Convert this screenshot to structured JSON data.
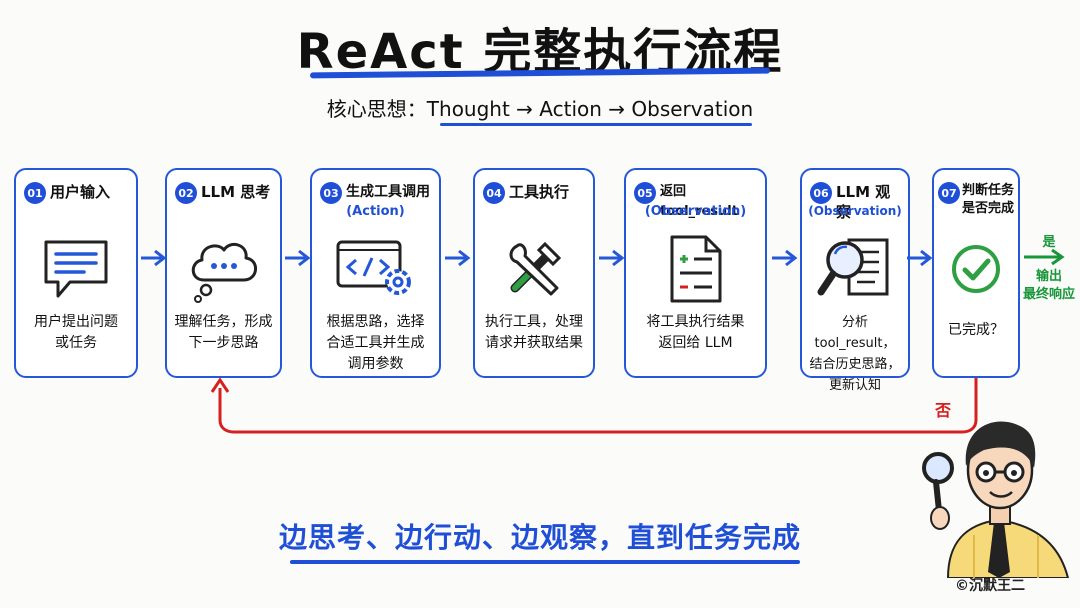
{
  "title": "ReAct 完整执行流程",
  "subtitle": "核心思想：Thought → Action → Observation",
  "steps": [
    {
      "num": "01",
      "title": "用户输入",
      "sub": "",
      "desc": "用户提出问题\n或任务"
    },
    {
      "num": "02",
      "title": "LLM 思考",
      "sub": "",
      "desc": "理解任务，形成\n下一步思路"
    },
    {
      "num": "03",
      "title": "生成工具调用",
      "sub": "(Action)",
      "desc": "根据思路，选择\n合适工具并生成\n调用参数"
    },
    {
      "num": "04",
      "title": "工具执行",
      "sub": "",
      "desc": "执行工具，处理\n请求并获取结果"
    },
    {
      "num": "05",
      "title": "返回 tool_result",
      "sub": "(Observation)",
      "desc": "将工具执行结果\n返回给 LLM"
    },
    {
      "num": "06",
      "title": "LLM 观察",
      "sub": "(Observation)",
      "desc": "分析 tool_result，\n结合历史思路，\n更新认知"
    },
    {
      "num": "07",
      "title": "判断任务\n是否完成",
      "sub": "",
      "desc": "已完成？"
    }
  ],
  "yes_label": "是",
  "output_label": "输出\n最终响应",
  "no_label": "否",
  "slogan": "边思考、边行动、边观察，直到任务完成",
  "credit": "©沉默王二",
  "colors": {
    "primary": "#1f4fd6",
    "yes": "#18963a",
    "no": "#d62020"
  }
}
